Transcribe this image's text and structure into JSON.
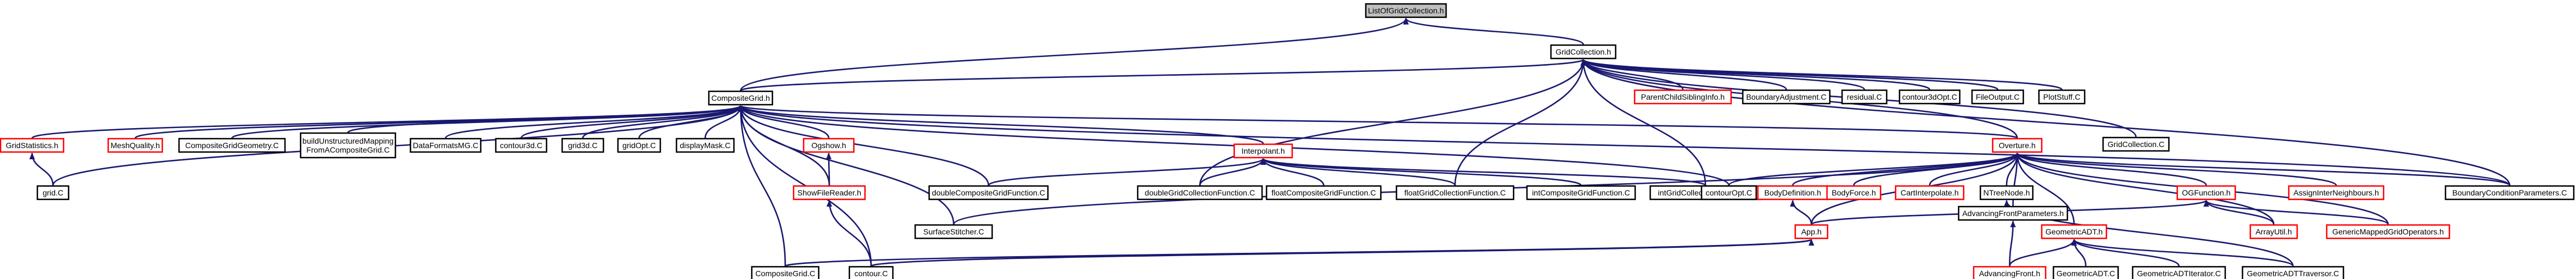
{
  "colors": {
    "edge": "#191970",
    "root_fill": "#bfbfbf",
    "node_border": "#000000",
    "incomplete_border": "#ff0000"
  },
  "nodes": {
    "listofgridcollection_h": {
      "lines": [
        "ListOfGridCollection.h"
      ],
      "style": "root"
    },
    "gridcollection_h": {
      "lines": [
        "GridCollection.h"
      ],
      "style": "normal"
    },
    "compositegrid_h": {
      "lines": [
        "CompositeGrid.h"
      ],
      "style": "normal"
    },
    "gridstatistics_h": {
      "lines": [
        "GridStatistics.h"
      ],
      "style": "red"
    },
    "meshquality_h": {
      "lines": [
        "MeshQuality.h"
      ],
      "style": "red"
    },
    "compositegridgeometry_c": {
      "lines": [
        "CompositeGridGeometry.C"
      ],
      "style": "normal"
    },
    "buildunstructured_c": {
      "lines": [
        "buildUnstructuredMapping",
        "FromACompositeGrid.C"
      ],
      "style": "normal"
    },
    "dataformatsmg_c": {
      "lines": [
        "DataFormatsMG.C"
      ],
      "style": "normal"
    },
    "contour3d_c": {
      "lines": [
        "contour3d.C"
      ],
      "style": "normal"
    },
    "grid3d_c": {
      "lines": [
        "grid3d.C"
      ],
      "style": "normal"
    },
    "gridopt_c": {
      "lines": [
        "gridOpt.C"
      ],
      "style": "normal"
    },
    "displaymask_c": {
      "lines": [
        "displayMask.C"
      ],
      "style": "normal"
    },
    "ogshow_h": {
      "lines": [
        "Ogshow.h"
      ],
      "style": "red"
    },
    "showfilereader_h": {
      "lines": [
        "ShowFileReader.h"
      ],
      "style": "red"
    },
    "grid_c": {
      "lines": [
        "grid.C"
      ],
      "style": "normal"
    },
    "compositegrid_c": {
      "lines": [
        "CompositeGrid.C"
      ],
      "style": "normal"
    },
    "contour_c": {
      "lines": [
        "contour.C"
      ],
      "style": "normal"
    },
    "surfacestitcher_c": {
      "lines": [
        "SurfaceStitcher.C"
      ],
      "style": "normal"
    },
    "interpolant_h": {
      "lines": [
        "Interpolant.h"
      ],
      "style": "red"
    },
    "doublecompositegridfunction_c": {
      "lines": [
        "doubleCompositeGridFunction.C"
      ],
      "style": "normal"
    },
    "doublegridcollectionfunction_c": {
      "lines": [
        "doubleGridCollectionFunction.C"
      ],
      "style": "normal"
    },
    "floatcompositegridfunction_c": {
      "lines": [
        "floatCompositeGridFunction.C"
      ],
      "style": "normal"
    },
    "floatgridcollectionfunction_c": {
      "lines": [
        "floatGridCollectionFunction.C"
      ],
      "style": "normal"
    },
    "intcompositegridfunction_c": {
      "lines": [
        "intCompositeGridFunction.C"
      ],
      "style": "normal"
    },
    "intgridcollectionfunction_c": {
      "lines": [
        "intGridCollectionFunction.C"
      ],
      "style": "normal"
    },
    "contouropt_c": {
      "lines": [
        "contourOpt.C"
      ],
      "style": "normal"
    },
    "parentchildsiblinginfo_h": {
      "lines": [
        "ParentChildSiblingInfo.h"
      ],
      "style": "red"
    },
    "boundaryadjustment_c": {
      "lines": [
        "BoundaryAdjustment.C"
      ],
      "style": "normal"
    },
    "residual_c": {
      "lines": [
        "residual.C"
      ],
      "style": "normal"
    },
    "contour3dopt_c": {
      "lines": [
        "contour3dOpt.C"
      ],
      "style": "normal"
    },
    "fileoutput_c": {
      "lines": [
        "FileOutput.C"
      ],
      "style": "normal"
    },
    "plotstuff_c": {
      "lines": [
        "PlotStuff.C"
      ],
      "style": "normal"
    },
    "gridcollection_c": {
      "lines": [
        "GridCollection.C"
      ],
      "style": "normal"
    },
    "overture_h": {
      "lines": [
        "Overture.h"
      ],
      "style": "red"
    },
    "bodydefinition_h": {
      "lines": [
        "BodyDefinition.h"
      ],
      "style": "red"
    },
    "app_h": {
      "lines": [
        "App.h"
      ],
      "style": "red"
    },
    "bodyforce_h": {
      "lines": [
        "BodyForce.h"
      ],
      "style": "red"
    },
    "cartinterpolate_h": {
      "lines": [
        "CartInterpolate.h"
      ],
      "style": "red"
    },
    "ntreenode_h": {
      "lines": [
        "NTreeNode.h"
      ],
      "style": "normal"
    },
    "advancingfrontparameters_h": {
      "lines": [
        "AdvancingFrontParameters.h"
      ],
      "style": "normal"
    },
    "geometricadt_h": {
      "lines": [
        "GeometricADT.h"
      ],
      "style": "red"
    },
    "advancingfront_h": {
      "lines": [
        "AdvancingFront.h"
      ],
      "style": "red"
    },
    "geometricadt_c": {
      "lines": [
        "GeometricADT.C"
      ],
      "style": "normal"
    },
    "geometricaditerator_c": {
      "lines": [
        "GeometricADTIterator.C"
      ],
      "style": "normal"
    },
    "geometricadttraversor_c": {
      "lines": [
        "GeometricADTTraversor.C"
      ],
      "style": "normal"
    },
    "ogfunction_h": {
      "lines": [
        "OGFunction.h"
      ],
      "style": "red"
    },
    "arrayutil_h": {
      "lines": [
        "ArrayUtil.h"
      ],
      "style": "red"
    },
    "assignintergridneighbours_h": {
      "lines": [
        "AssignInterNeighbours.h"
      ],
      "style": "red"
    },
    "genericmappedgridoperators_h": {
      "lines": [
        "GenericMappedGridOperators.h"
      ],
      "style": "red"
    },
    "boundaryconditionparameters_c": {
      "lines": [
        "BoundaryConditionParameters.C"
      ],
      "style": "normal"
    }
  },
  "edges": [
    [
      "gridcollection_h",
      "listofgridcollection_h"
    ],
    [
      "compositegrid_h",
      "listofgridcollection_h"
    ],
    [
      "compositegrid_h",
      "gridcollection_h"
    ],
    [
      "gridstatistics_h",
      "compositegrid_h"
    ],
    [
      "meshquality_h",
      "compositegrid_h"
    ],
    [
      "compositegridgeometry_c",
      "compositegrid_h"
    ],
    [
      "buildunstructured_c",
      "compositegrid_h"
    ],
    [
      "dataformatsmg_c",
      "compositegrid_h"
    ],
    [
      "contour3d_c",
      "compositegrid_h"
    ],
    [
      "grid3d_c",
      "compositegrid_h"
    ],
    [
      "gridopt_c",
      "compositegrid_h"
    ],
    [
      "displaymask_c",
      "compositegrid_h"
    ],
    [
      "ogshow_h",
      "compositegrid_h"
    ],
    [
      "showfilereader_h",
      "compositegrid_h"
    ],
    [
      "showfilereader_h",
      "ogshow_h"
    ],
    [
      "grid_c",
      "compositegrid_h"
    ],
    [
      "grid_c",
      "gridstatistics_h"
    ],
    [
      "compositegrid_c",
      "compositegrid_h"
    ],
    [
      "contour_c",
      "compositegrid_h"
    ],
    [
      "contour_c",
      "showfilereader_h"
    ],
    [
      "surfacestitcher_c",
      "compositegrid_h"
    ],
    [
      "interpolant_h",
      "compositegrid_h"
    ],
    [
      "doublecompositegridfunction_c",
      "compositegrid_h"
    ],
    [
      "doublecompositegridfunction_c",
      "interpolant_h"
    ],
    [
      "doublegridcollectionfunction_c",
      "gridcollection_h"
    ],
    [
      "doublegridcollectionfunction_c",
      "interpolant_h"
    ],
    [
      "floatcompositegridfunction_c",
      "interpolant_h"
    ],
    [
      "floatgridcollectionfunction_c",
      "gridcollection_h"
    ],
    [
      "floatgridcollectionfunction_c",
      "interpolant_h"
    ],
    [
      "intcompositegridfunction_c",
      "interpolant_h"
    ],
    [
      "intgridcollectionfunction_c",
      "gridcollection_h"
    ],
    [
      "intgridcollectionfunction_c",
      "interpolant_h"
    ],
    [
      "contouropt_c",
      "compositegrid_h"
    ],
    [
      "parentchildsiblinginfo_h",
      "gridcollection_h"
    ],
    [
      "boundaryadjustment_c",
      "gridcollection_h"
    ],
    [
      "residual_c",
      "gridcollection_h"
    ],
    [
      "contour3dopt_c",
      "gridcollection_h"
    ],
    [
      "fileoutput_c",
      "gridcollection_h"
    ],
    [
      "plotstuff_c",
      "gridcollection_h"
    ],
    [
      "gridcollection_c",
      "gridcollection_h"
    ],
    [
      "overture_h",
      "gridcollection_h"
    ],
    [
      "overture_h",
      "compositegrid_h"
    ],
    [
      "contouropt_c",
      "overture_h"
    ],
    [
      "surfacestitcher_c",
      "overture_h"
    ],
    [
      "bodydefinition_h",
      "overture_h"
    ],
    [
      "app_h",
      "overture_h"
    ],
    [
      "app_h",
      "bodydefinition_h"
    ],
    [
      "compositegrid_c",
      "app_h"
    ],
    [
      "contour_c",
      "app_h"
    ],
    [
      "bodyforce_h",
      "overture_h"
    ],
    [
      "cartinterpolate_h",
      "overture_h"
    ],
    [
      "ntreenode_h",
      "overture_h"
    ],
    [
      "advancingfrontparameters_h",
      "overture_h"
    ],
    [
      "advancingfront_h",
      "advancingfrontparameters_h"
    ],
    [
      "advancingfront_h",
      "geometricadt_h"
    ],
    [
      "geometricadt_h",
      "overture_h"
    ],
    [
      "geometricadt_c",
      "geometricadt_h"
    ],
    [
      "geometricaditerator_c",
      "geometricadt_h"
    ],
    [
      "geometricadttraversor_c",
      "geometricadt_h"
    ],
    [
      "geometricadttraversor_c",
      "ntreenode_h"
    ],
    [
      "ogfunction_h",
      "overture_h"
    ],
    [
      "app_h",
      "ogfunction_h"
    ],
    [
      "arrayutil_h",
      "ogfunction_h"
    ],
    [
      "arrayutil_h",
      "overture_h"
    ],
    [
      "assignintergridneighbours_h",
      "overture_h"
    ],
    [
      "genericmappedgridoperators_h",
      "overture_h"
    ],
    [
      "genericmappedgridoperators_h",
      "ogfunction_h"
    ],
    [
      "boundaryconditionparameters_c",
      "overture_h"
    ],
    [
      "boundaryconditionparameters_c",
      "gridcollection_h"
    ],
    [
      "boundaryconditionparameters_c",
      "compositegrid_h"
    ]
  ]
}
